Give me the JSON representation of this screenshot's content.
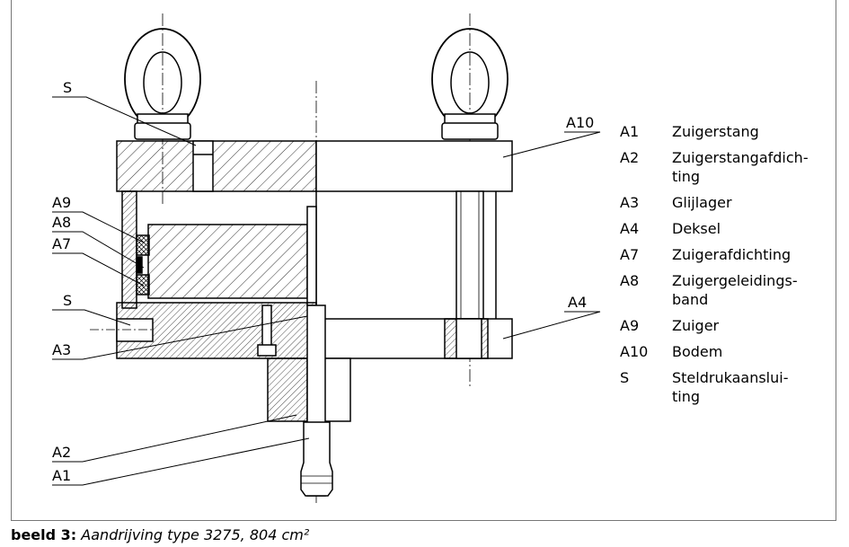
{
  "figure": {
    "callouts": {
      "s_top": "S",
      "a9": "A9",
      "a8": "A8",
      "a7": "A7",
      "s_bottom": "S",
      "a3": "A3",
      "a2": "A2",
      "a1": "A1",
      "a10": "A10",
      "a4": "A4"
    }
  },
  "legend": [
    {
      "code": "A1",
      "text": "Zuigerstang"
    },
    {
      "code": "A2",
      "text": "Zuigerstangafdich-\nting"
    },
    {
      "code": "A3",
      "text": "Glijlager"
    },
    {
      "code": "A4",
      "text": "Deksel"
    },
    {
      "code": "A7",
      "text": "Zuigerafdichting"
    },
    {
      "code": "A8",
      "text": "Zuigergeleidings-\nband"
    },
    {
      "code": "A9",
      "text": "Zuiger"
    },
    {
      "code": "A10",
      "text": "Bodem"
    },
    {
      "code": "S",
      "text": "Steldrukaanslui-\nting"
    }
  ],
  "caption": {
    "label": "beeld 3:",
    "text": "Aandrijving type 3275, 804 cm²"
  }
}
